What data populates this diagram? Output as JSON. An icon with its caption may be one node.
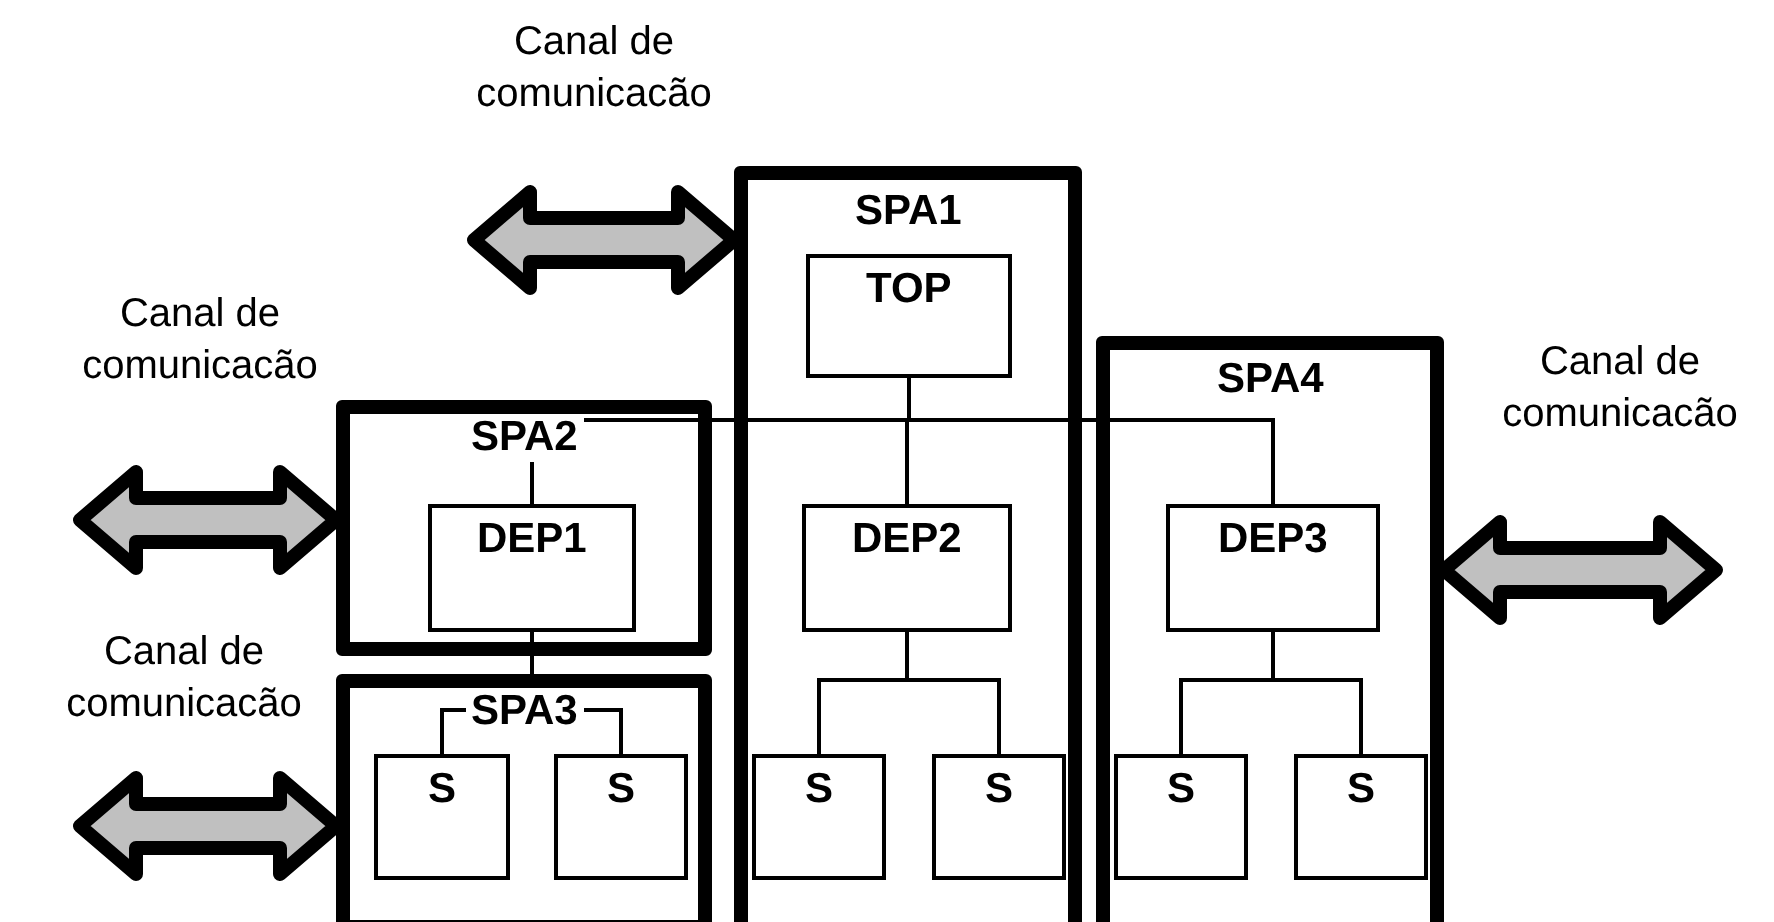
{
  "diagram": {
    "nodes": [
      {
        "text": [
          "SPA1"
        ]
      },
      {
        "text": [
          "TOP"
        ],
        "in": 0
      },
      {
        "text": [
          "DEP2"
        ],
        "in": 0
      },
      {
        "text": [
          "S"
        ],
        "in": 0
      },
      {
        "text": [
          "S"
        ],
        "in": 0
      },
      {
        "text": [
          "SPA2"
        ]
      },
      {
        "text": [
          "DEP1"
        ],
        "in": 5
      },
      {
        "text": [
          "SPA3"
        ]
      },
      {
        "text": [
          "S"
        ],
        "in": 7
      },
      {
        "text": [
          "S"
        ],
        "in": 7
      },
      {
        "text": [
          "SPA4"
        ]
      },
      {
        "text": [
          "DEP3"
        ],
        "in": 10
      },
      {
        "text": [
          "S"
        ],
        "in": 10
      },
      {
        "text": [
          "S"
        ],
        "in": 10
      }
    ],
    "edges": [
      {
        "from": 1,
        "to": 6,
        "arrow": "none"
      },
      {
        "from": 1,
        "to": 2,
        "arrow": "none"
      },
      {
        "from": 1,
        "to": 11,
        "arrow": "none"
      },
      {
        "from": 6,
        "to": 8,
        "arrow": "none"
      },
      {
        "from": 6,
        "to": 9,
        "arrow": "none"
      },
      {
        "from": 2,
        "to": 3,
        "arrow": "none"
      },
      {
        "from": 2,
        "to": 4,
        "arrow": "none"
      },
      {
        "from": 11,
        "to": 12,
        "arrow": "none"
      },
      {
        "from": 11,
        "to": 13,
        "arrow": "none"
      },
      {
        "from": null,
        "to": 0,
        "arrow": "both",
        "style": "thick",
        "label": "Canal de comunicacão"
      },
      {
        "from": null,
        "to": 5,
        "arrow": "both",
        "style": "thick",
        "label": "Canal de comunicacão"
      },
      {
        "from": null,
        "to": 10,
        "arrow": "both",
        "style": "thick",
        "label": "Canal de comunicacão"
      },
      {
        "from": null,
        "to": 7,
        "arrow": "both",
        "style": "thick",
        "label": "Canal de comunicacão"
      }
    ]
  }
}
